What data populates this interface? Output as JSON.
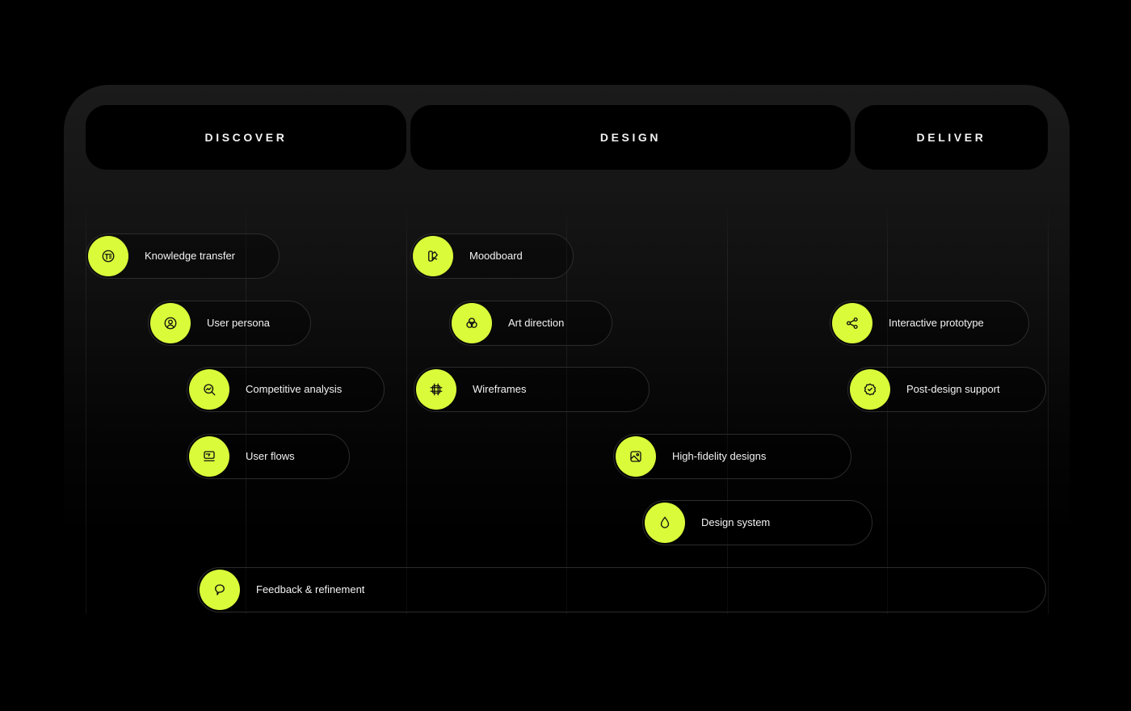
{
  "phases": {
    "discover": "DISCOVER",
    "design": "DESIGN",
    "deliver": "DELIVER"
  },
  "tasks": {
    "knowledge_transfer": "Knowledge transfer",
    "user_persona": "User persona",
    "competitive_analysis": "Competitive analysis",
    "user_flows": "User flows",
    "moodboard": "Moodboard",
    "art_direction": "Art direction",
    "wireframes": "Wireframes",
    "high_fidelity_designs": "High-fidelity designs",
    "design_system": "Design system",
    "interactive_prototype": "Interactive prototype",
    "post_design_support": "Post-design support",
    "feedback_refinement": "Feedback & refinement"
  },
  "colors": {
    "background": "#000000",
    "accent": "#d9fb3a",
    "text": "#f3f3f3",
    "pill_border": "#2c2c2c"
  },
  "icons": {
    "knowledge_transfer": "book-icon",
    "user_persona": "user-circle-icon",
    "competitive_analysis": "chart-magnifier-icon",
    "user_flows": "flow-screen-icon",
    "moodboard": "swatch-icon",
    "art_direction": "color-circles-icon",
    "wireframes": "frame-icon",
    "high_fidelity_designs": "image-icon",
    "design_system": "drop-icon",
    "interactive_prototype": "share-nodes-icon",
    "post_design_support": "verified-badge-icon",
    "feedback_refinement": "chat-bubble-icon"
  }
}
